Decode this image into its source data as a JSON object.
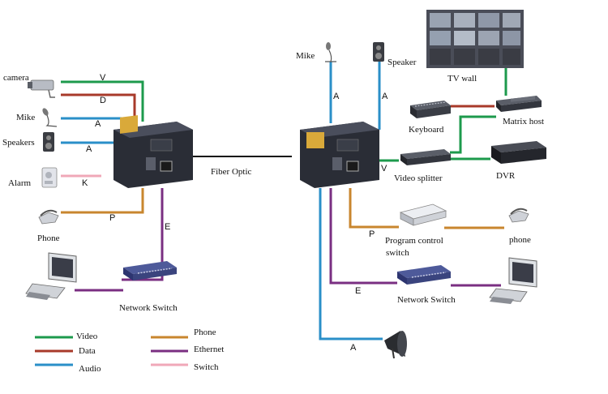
{
  "colors": {
    "video": "#1d9a4c",
    "data": "#a83a2a",
    "audio": "#2a8fc8",
    "phone": "#c8862e",
    "ethernet": "#7a2f82",
    "switch": "#f0a8b8",
    "fiber": "#111111"
  },
  "left": {
    "camera": "camera",
    "mike": "Mike",
    "speakers": "Speakers",
    "alarm": "Alarm",
    "phone": "Phone",
    "network_switch": "Network Switch"
  },
  "right": {
    "mike": "Mike",
    "speaker": "Speaker",
    "tv_wall": "TV wall",
    "keyboard": "Keyboard",
    "matrix_host": "Matrix host",
    "video_splitter": "Video splitter",
    "dvr": "DVR",
    "program_control_switch_line1": "Program control",
    "program_control_switch_line2": "switch",
    "phone": "phone",
    "network_switch": "Network Switch"
  },
  "fiber_optic": "Fiber Optic",
  "wire_labels": {
    "v": "V",
    "d": "D",
    "a": "A",
    "k": "K",
    "p": "P",
    "e": "E"
  },
  "legend": {
    "video": "Video",
    "data": "Data",
    "audio": "Audio",
    "phone": "Phone",
    "ethernet": "Ethernet",
    "switch": "Switch"
  }
}
